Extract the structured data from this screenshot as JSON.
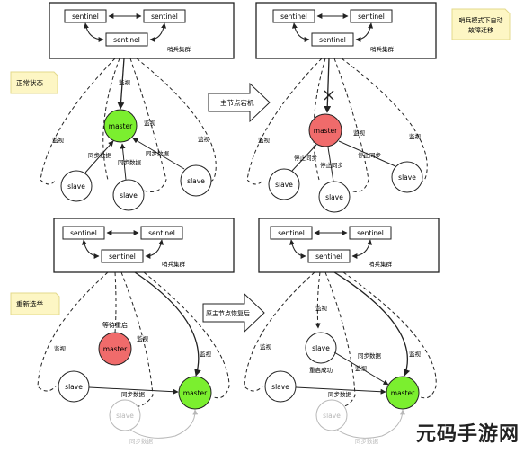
{
  "labels": {
    "sentinel": "sentinel",
    "cluster": "哨兵集群",
    "master": "master",
    "slave": "slave",
    "monitor": "监视",
    "sync": "同步数据",
    "stop_sync": "停止同步",
    "wait_restart": "等待重启",
    "restart_ok": "重启成功"
  },
  "notes": {
    "normal": "正常状态",
    "failover_line1": "哨兵模式下自动",
    "failover_line2": "故障迁移",
    "reelect": "重新选举"
  },
  "arrows": {
    "master_down": "主节点宕机",
    "master_recover": "原主节点恢复后"
  },
  "watermark": "元码手游网",
  "colors": {
    "master_ok": "#7bef2f",
    "master_down": "#f06b6b",
    "note": "#fdf6c4",
    "faded": "#b8b8b8",
    "line": "#222222"
  }
}
